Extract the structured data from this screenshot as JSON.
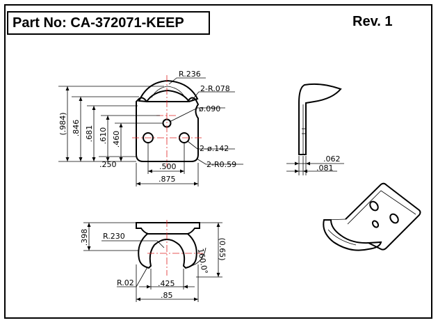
{
  "title_block": {
    "part_number": "Part No: CA-372071-KEEP",
    "revision": "Rev. 1"
  },
  "front_view": {
    "dimensions": {
      "overall_height": "(.984)",
      "height_846": ".846",
      "height_681": ".681",
      "height_610": ".610",
      "height_460": ".460",
      "offset_250": ".250",
      "hole_spacing": ".500",
      "width": ".875",
      "top_radius": "R.236",
      "corner_radius": "2-R.078",
      "center_hole": "ø.090",
      "side_holes": "2-ø.142",
      "bottom_radius": "2-R0.59"
    }
  },
  "side_view": {
    "dimensions": {
      "thickness_062": ".062",
      "offset_081": ".081"
    }
  },
  "top_view": {
    "dimensions": {
      "depth_398": ".398",
      "inner_radius": "R.230",
      "overall_depth": "(0.65)",
      "angle": "160.0°",
      "small_radius": "R.02",
      "gap_width": ".425",
      "outer_width": ".85"
    }
  },
  "colors": {
    "centerline": "#e02020",
    "lines": "#000000",
    "background": "#ffffff"
  }
}
